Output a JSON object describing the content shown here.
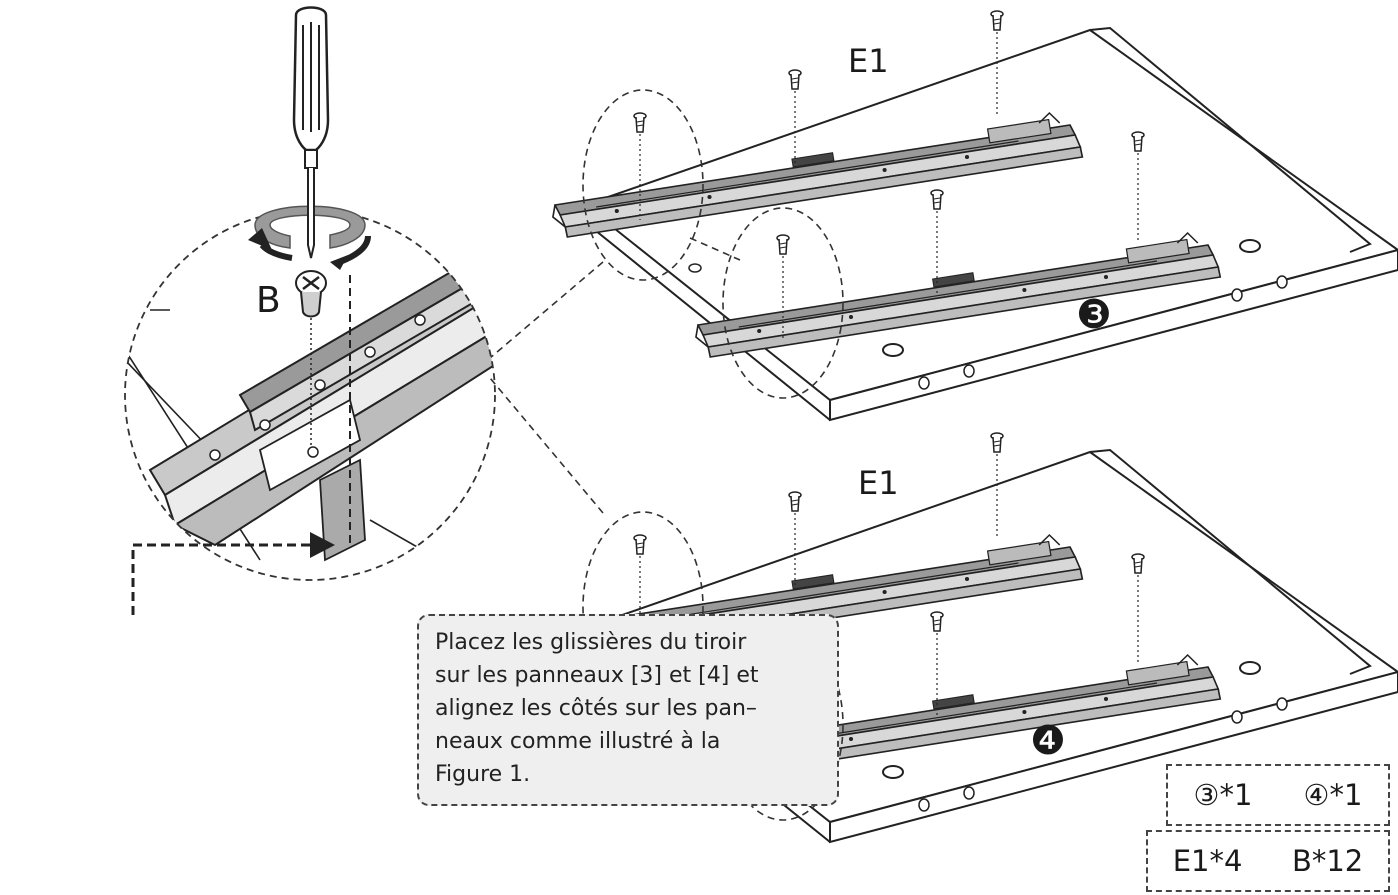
{
  "labels": {
    "screw": "B",
    "rail_top": "E1",
    "rail_bottom": "E1",
    "panel_top": "❸",
    "panel_bottom": "❹"
  },
  "instruction": {
    "lines": [
      "Placez les glissières du tiroir",
      "sur les panneaux [3] et [4] et",
      "alignez les côtés sur les pan–",
      "neaux comme illustré à la",
      "Figure 1."
    ]
  },
  "inventory": {
    "panels": [
      "③*1",
      "④*1"
    ],
    "parts": [
      "E1*4",
      "B*12"
    ]
  }
}
